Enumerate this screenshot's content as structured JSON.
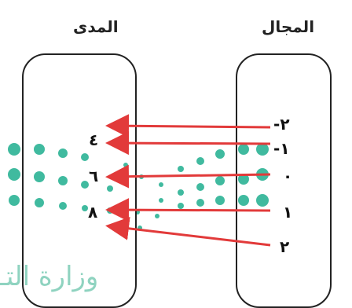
{
  "headers": {
    "range": "المدى",
    "domain": "المجال"
  },
  "range_values": [
    "٤",
    "٦",
    "٨"
  ],
  "domain_values": [
    "٢-",
    "١-",
    "٠",
    "١",
    "٢"
  ],
  "mapping": [
    {
      "from": "٢-",
      "to": "٤"
    },
    {
      "from": "١-",
      "to": "٤"
    },
    {
      "from": "٠",
      "to": "٦"
    },
    {
      "from": "١",
      "to": "٨"
    },
    {
      "from": "٢",
      "to": "٨"
    }
  ],
  "watermark": "وزارة التـ",
  "colors": {
    "arrow": "#e23a3a",
    "dots": "#1fae8e",
    "outline": "#222222"
  }
}
